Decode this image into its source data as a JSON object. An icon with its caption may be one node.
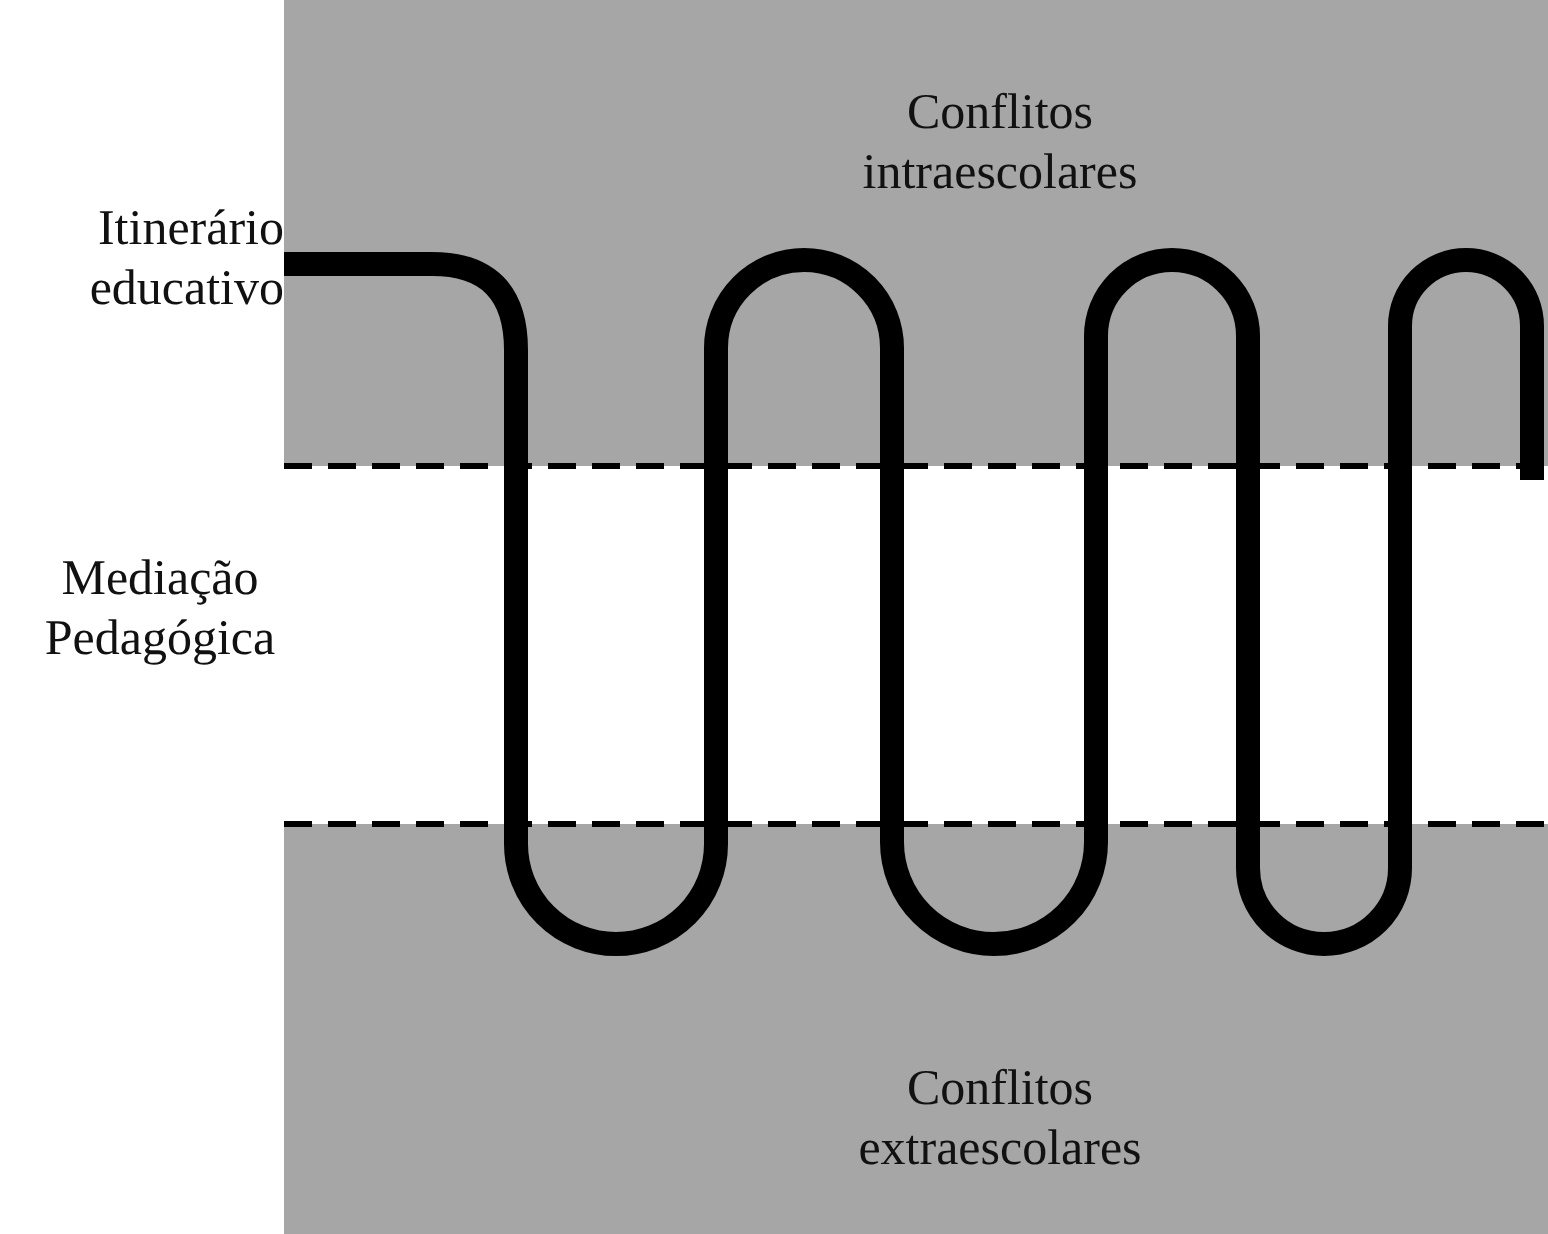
{
  "diagram": {
    "nodes": [
      {
        "text": [
          "Conflitos intraescolares"
        ]
      },
      {
        "text": [
          "Mediação Pedagógica"
        ]
      },
      {
        "text": [
          "Conflitos extraescolares"
        ]
      }
    ],
    "labels": [
      "Itinerário educativo"
    ]
  }
}
